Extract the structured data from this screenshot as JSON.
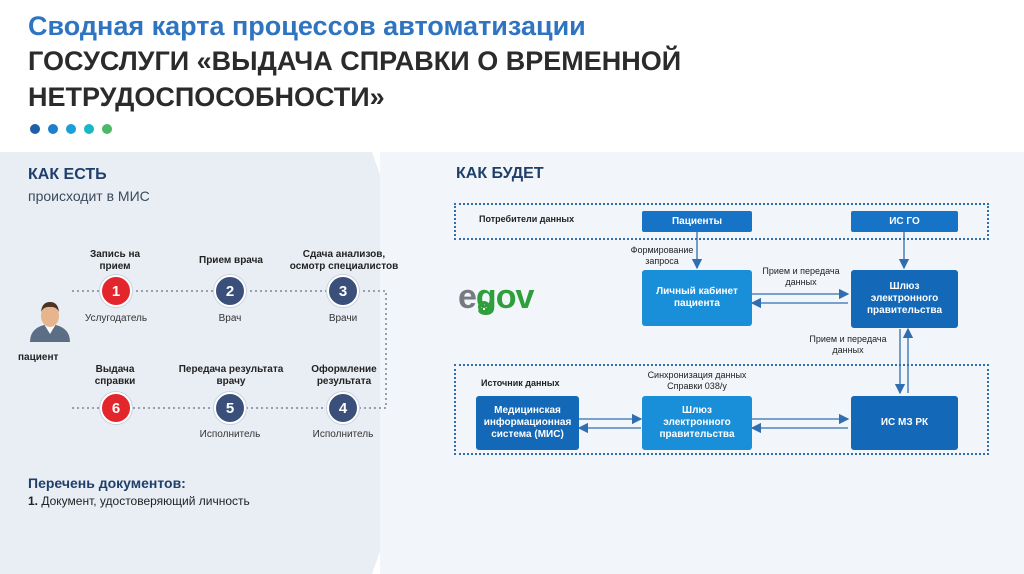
{
  "title": {
    "line1": "Сводная карта процессов автоматизации",
    "line2": "ГОСУСЛУГИ  «ВЫДАЧА СПРАВКИ О ВРЕМЕННОЙ",
    "line3": "НЕТРУДОСПОСОБНОСТИ»"
  },
  "dots": [
    "#1e5fa8",
    "#1f7fcf",
    "#1aa0d8",
    "#19b7c7",
    "#4cb86a"
  ],
  "as_is": {
    "title": "КАК ЕСТЬ",
    "subtitle": "происходит в МИС",
    "patient": "пациент",
    "steps": [
      {
        "num": "1",
        "label": "Запись на прием",
        "role": "Услугодатель"
      },
      {
        "num": "2",
        "label": "Прием врача",
        "role": "Врач"
      },
      {
        "num": "3",
        "label": "Сдача анализов, осмотр специалистов",
        "role": "Врачи"
      },
      {
        "num": "4",
        "label": "Оформление результата",
        "role": "Исполнитель"
      },
      {
        "num": "5",
        "label": "Передача результата врачу",
        "role": "Исполнитель"
      },
      {
        "num": "6",
        "label": "Выдача справки",
        "role": ""
      }
    ],
    "docs_title": "Перечень документов:",
    "docs_item_num": "1.",
    "docs_item_text": " Документ, удостоверяющий личность"
  },
  "to_be": {
    "title": "КАК БУДЕТ",
    "consumers_label": "Потребители данных",
    "source_label": "Источник данных",
    "btn_patients": "Пациенты",
    "btn_isgo": "ИС ГО",
    "node_cabinet": "Личный кабинет пациента",
    "node_gateway_top": "Шлюз электронного правительства",
    "node_mis": "Медицинская информационная система (МИС)",
    "node_gateway_bottom": "Шлюз электронного правительства",
    "node_ismz": "ИС МЗ РК",
    "note_form": "Формирование запроса",
    "note_exchange_top": "Прием и передача данных",
    "note_exchange_right": "Прием и передача данных",
    "note_sync": "Синхронизация данных Справки 038/у",
    "logo_e": "e",
    "logo_gov": "gov"
  }
}
